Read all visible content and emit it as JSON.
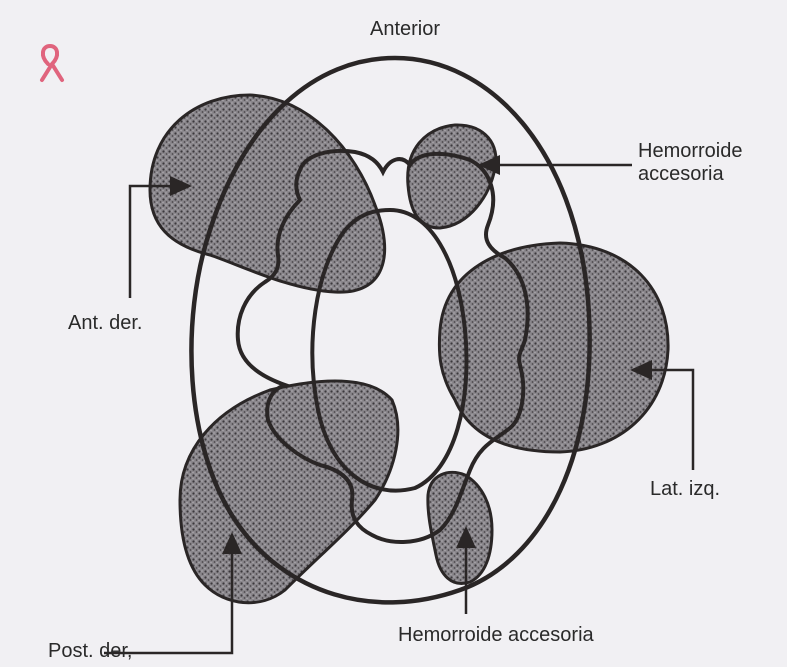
{
  "labels": {
    "anterior": "Anterior",
    "hemorroide_accesoria_top": "Hemorroide\naccesoria",
    "ant_der": "Ant. der.",
    "lat_izq": "Lat. izq.",
    "post_der": "Post. der,",
    "hemorroide_accesoria_bottom": "Hemorroide accesoria"
  },
  "colors": {
    "background": "#f1f0f3",
    "line": "#2a2626",
    "hemorrhoid_fill": "#7d7a80",
    "ribbon": "#e0647d"
  }
}
